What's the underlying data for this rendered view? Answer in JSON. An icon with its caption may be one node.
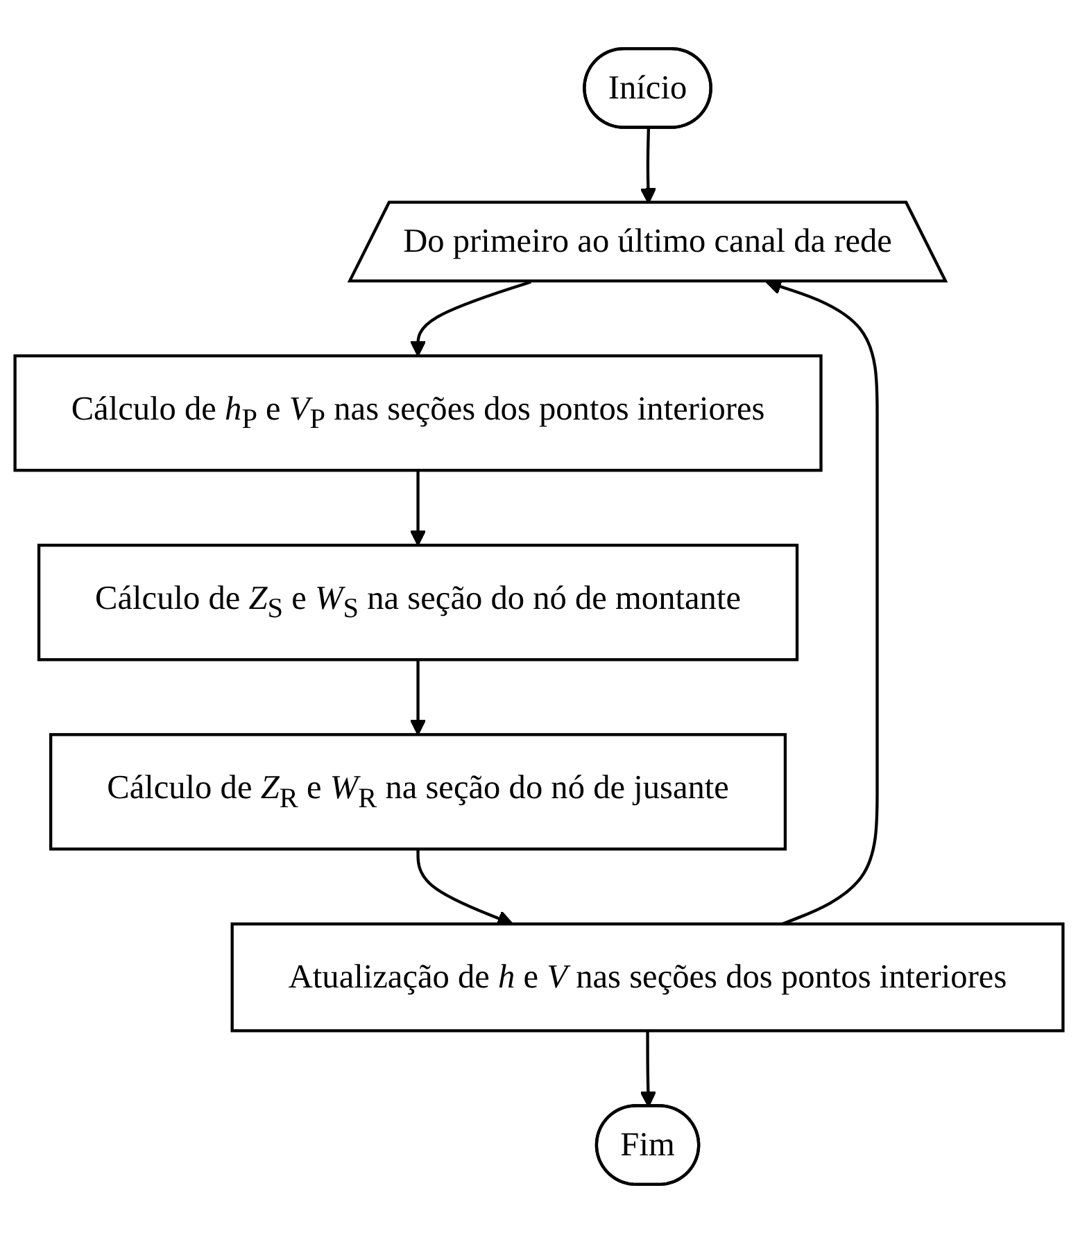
{
  "diagram": {
    "nodes": [
      {
        "text": [
          "Início"
        ]
      },
      {
        "text": [
          "Do primeiro ao último canal da rede"
        ]
      },
      {
        "text": [
          "Cálculo de *h*$_{P}$ e *V*$_{P}$ nas seções dos pontos interiores"
        ]
      },
      {
        "text": [
          "Cálculo de *Z*$_{S}$ e *W*$_{S}$ na seção do nó de montante"
        ]
      },
      {
        "text": [
          "Cálculo de *Z*$_{R}$ e *W*$_{R}$ na seção do nó de jusante"
        ]
      },
      {
        "text": [
          "Atualização de *h* e *V* nas seções dos pontos interiores"
        ]
      },
      {
        "text": [
          "Fim"
        ]
      }
    ],
    "edges": [
      {
        "from": 0,
        "to": 1,
        "arrow": "to"
      },
      {
        "from": 1,
        "to": 2,
        "arrow": "to"
      },
      {
        "from": 2,
        "to": 3,
        "arrow": "to"
      },
      {
        "from": 3,
        "to": 4,
        "arrow": "to"
      },
      {
        "from": 4,
        "to": 5,
        "arrow": "to"
      },
      {
        "from": 5,
        "to": 6,
        "arrow": "to"
      },
      {
        "from": 5,
        "to": 1,
        "arrow": "to"
      }
    ]
  }
}
